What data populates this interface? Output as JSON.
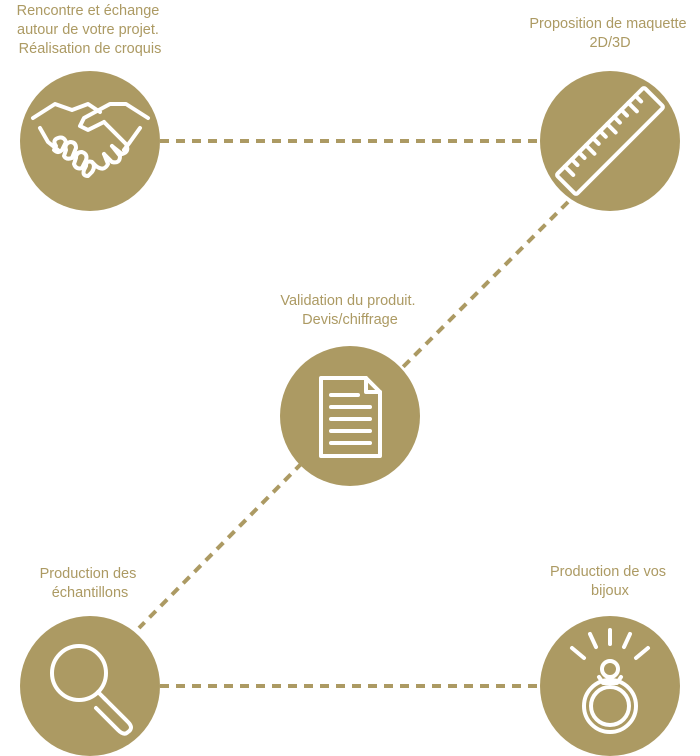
{
  "colors": {
    "accent": "#ac9a63",
    "text": "#ac9a63",
    "icon": "#ffffff",
    "background": "#ffffff"
  },
  "steps": [
    {
      "label_lines": [
        "Rencontre et échange",
        "autour de votre projet.",
        "Réalisation de croquis"
      ],
      "icon": "handshake-icon"
    },
    {
      "label_lines": [
        "Proposition de maquette",
        "2D/3D"
      ],
      "icon": "ruler-icon"
    },
    {
      "label_lines": [
        "Validation du produit.",
        "Devis/chiffrage"
      ],
      "icon": "document-icon"
    },
    {
      "label_lines": [
        "Production des",
        "échantillons"
      ],
      "icon": "magnifier-icon"
    },
    {
      "label_lines": [
        "Production de vos",
        "bijoux"
      ],
      "icon": "ring-icon"
    }
  ]
}
